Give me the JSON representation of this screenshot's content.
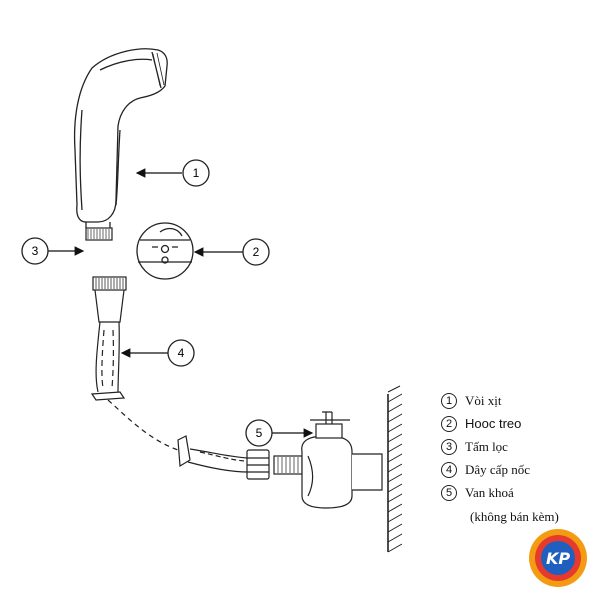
{
  "callouts": [
    "1",
    "2",
    "3",
    "4",
    "5"
  ],
  "legend": [
    {
      "num": "1",
      "label": "Vòi xịt"
    },
    {
      "num": "2",
      "label": "Hooc treo"
    },
    {
      "num": "3",
      "label": "Tấm lọc"
    },
    {
      "num": "4",
      "label": "Dây cấp nốc"
    },
    {
      "num": "5",
      "label": "Van khoá"
    }
  ],
  "legend_note": "(không bán kèm)",
  "logo": {
    "text": "KP",
    "colors": {
      "outer": "#f39c12",
      "ring": "#e63a2e",
      "inner": "#1f5fbf"
    }
  }
}
